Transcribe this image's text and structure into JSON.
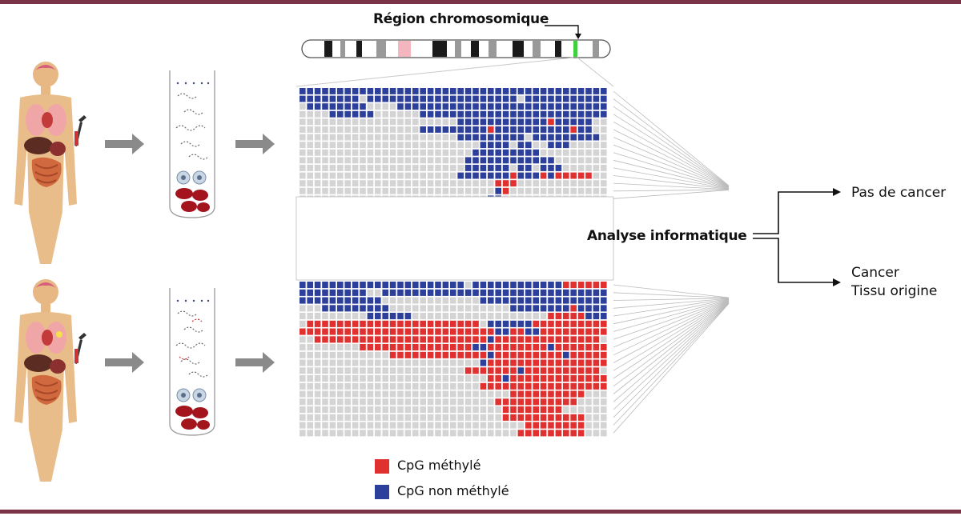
{
  "title": "Région chromosomique",
  "analysis_label": "Analyse informatique",
  "outcomes": {
    "no_cancer": "Pas de cancer",
    "cancer_line1": "Cancer",
    "cancer_line2": "Tissu origine"
  },
  "legend": [
    {
      "label": "CpG méthylé",
      "color": "#e03030"
    },
    {
      "label": "CpG non méthylé",
      "color": "#2c3f9b"
    }
  ],
  "colors": {
    "methylated": "#e03030",
    "unmethylated": "#2c3f9b",
    "empty": "#d4d4d4",
    "frame": "#7a3347",
    "arrow": "#8a8a8a",
    "highlight": "#3fcf3f"
  },
  "patients": [
    {
      "id": "healthy",
      "reads": [
        "BBBBBBBBBBBBBBBBBBBBBBBBBBBBBBBBBBBBBBBBB",
        "BBBBBBBB0BBBBBBBBBBBBBBBBBBBB0BBBBBBBBBBB",
        "0BBBBBBBB0000BBBBBBBBBBBBBBBBBBBBBBBBBBBB",
        "0000BBBBBB000000BBBBBBBBBBBBBBBBBBBBBBBBB",
        "000000000000000000000BBBBBBBBBBBBRBBBBB00",
        "0000000000000000BBBBBBBBBRBBBBBBBBBBRBB00",
        "000000000000000000000BBBBBBBBB0BBBBBBBBB0",
        "000000000000000000000000BBBB0BB00BBB00000",
        "00000000000000000000000BBBBBBBBB000000000",
        "0000000000000000000000BBBBBBBBBBBB0000000",
        "0000000000000000000000BBBBBB0BB0BBB000000",
        "000000000000000000000BBBBBBBRBBBRBRRRRR00",
        "00000000000000000000000000RRR000000000000",
        "00000000000000000000000000BR0000000000000",
        "0000000000000000000000000BB00000000000000"
      ]
    },
    {
      "id": "cancer",
      "reads": [
        "BBBBBBBBBBBBBBBBBBBBBB0BBBBBBBBBBBBRRRRRR",
        "BBBBBBBBB00BBBBBBBBBBBBBBBBBBBBBBBBBBBBBB",
        "BBBBBBBBBBB0000000000000BBBBBBBBBBBBBBBBB",
        "000BBBBBBBBB0000000000000000BBBBBBBBRBBBB",
        "000000000BBBBBB000000000000000000RRRRRBBB",
        "0RRRRRRRRRRRRRRRRRRRRRRR0BBBBBBRRRRRRRRRR",
        "RRRRRRRRRRRRRRRRRRRRRRRRRRBBRRBBRRRRRRRRR",
        "00RRRRRRRRRRRRRRRRRRRRRRRBRRRRRRRRRRRRRR0",
        "00000000RRRRRRRRRRRRRRRBBRRRRRRRRBRRRRRRR",
        "000000000000RRRRRRRRRRRRRBRRRRRRRRRBRRRRR",
        "000000000000000000000000BRRRRRRRRRRRRRRRR",
        "0000000000000000000000RRRRRRRBRRRRRRRRRR0",
        "0000000000000000000000000RRBRRRRRRRRRRRRR",
        "000000000000000000000000RRRRRRRRRRRRRRRRR",
        "0000000000000000000000000000RRRRRRRRRR000",
        "00000000000000000000000000RRRRRRRRRRR0000",
        "000000000000000000000000000RRRRRRRR000000",
        "000000000000000000000000000RRRRRRRRRRR000",
        "000000000000000000000000000000RRRRRRRR000",
        "00000000000000000000000000000RRRRRRRRR000"
      ]
    }
  ]
}
